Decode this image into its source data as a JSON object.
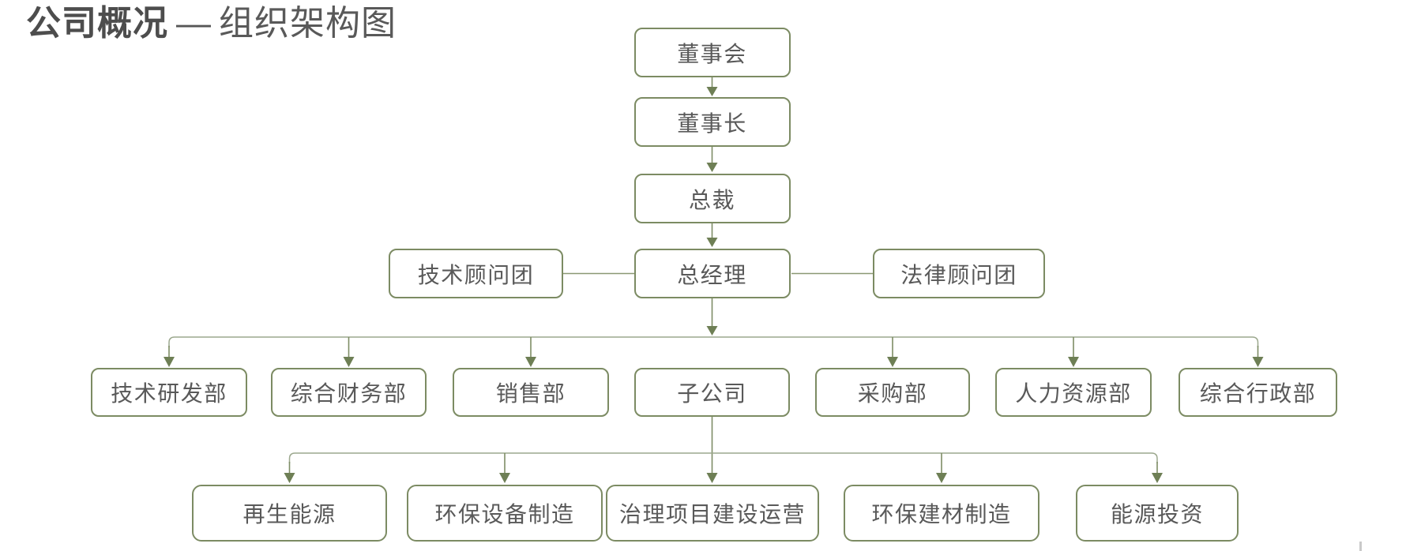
{
  "page_title": "公司概况 — 组织架构图",
  "title": {
    "primary": "公司概况",
    "separator": "—",
    "secondary": "组织架构图"
  },
  "colors": {
    "node_border": "#7c8b63",
    "connector_line": "#8a9873",
    "connector_bus": "#9ca88e",
    "arrowhead": "#6e7f55",
    "node_text": "#595959",
    "title_text": "#4d4d4d",
    "background": "#ffffff"
  },
  "org_chart": {
    "type": "org-tree",
    "nodes": {
      "chain": [
        "董事会",
        "董事长",
        "总裁",
        "总经理"
      ],
      "advisors": [
        "技术顾问团",
        "法律顾问团"
      ],
      "departments": [
        "技术研发部",
        "综合财务部",
        "销售部",
        "子公司",
        "采购部",
        "人力资源部",
        "综合行政部"
      ],
      "subsidiaries": [
        "再生能源",
        "环保设备制造",
        "治理项目建设运营",
        "环保建材制造",
        "能源投资"
      ]
    },
    "hierarchy": [
      {
        "parent": "董事会",
        "children": [
          "董事长"
        ]
      },
      {
        "parent": "董事长",
        "children": [
          "总裁"
        ]
      },
      {
        "parent": "总裁",
        "children": [
          "总经理"
        ]
      },
      {
        "parent": "总经理",
        "side_links": [
          "技术顾问团",
          "法律顾问团"
        ],
        "children": [
          "技术研发部",
          "综合财务部",
          "销售部",
          "子公司",
          "采购部",
          "人力资源部",
          "综合行政部"
        ]
      },
      {
        "parent": "子公司",
        "children": [
          "再生能源",
          "环保设备制造",
          "治理项目建设运营",
          "环保建材制造",
          "能源投资"
        ]
      }
    ]
  }
}
